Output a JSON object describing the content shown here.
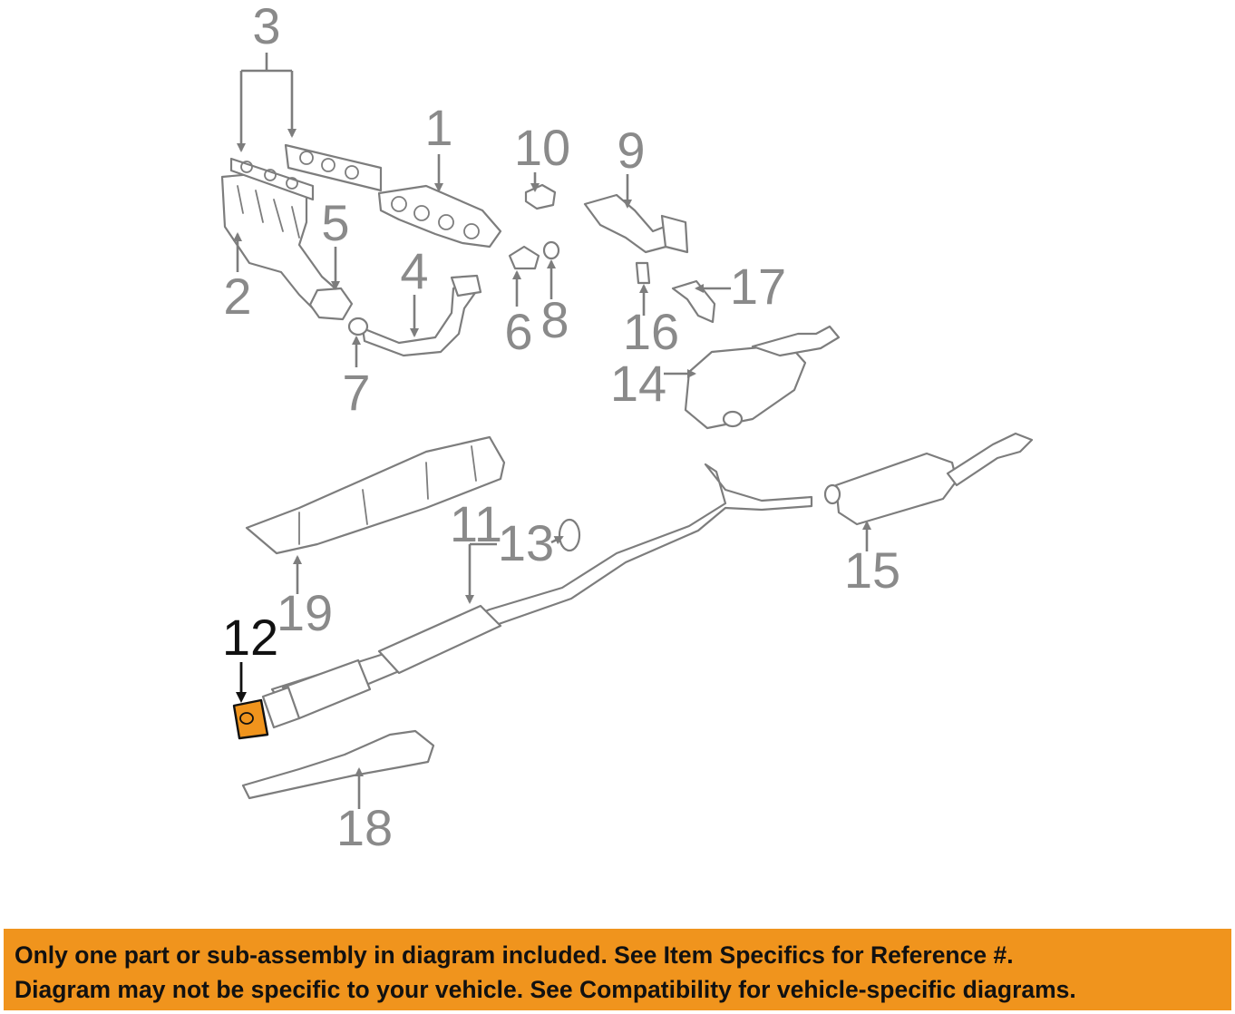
{
  "diagram": {
    "callouts": [
      {
        "number": "1"
      },
      {
        "number": "2"
      },
      {
        "number": "3"
      },
      {
        "number": "4"
      },
      {
        "number": "5"
      },
      {
        "number": "6"
      },
      {
        "number": "7"
      },
      {
        "number": "8"
      },
      {
        "number": "9"
      },
      {
        "number": "10"
      },
      {
        "number": "11"
      },
      {
        "number": "12"
      },
      {
        "number": "13"
      },
      {
        "number": "14"
      },
      {
        "number": "15"
      },
      {
        "number": "16"
      },
      {
        "number": "17"
      },
      {
        "number": "18"
      },
      {
        "number": "19"
      }
    ],
    "highlighted_callout": "12",
    "colors": {
      "highlight": "#f0941d",
      "line": "#7d7d7d",
      "label": "#8a8a8a"
    }
  },
  "disclaimer": {
    "line1": "Only one part or sub-assembly in diagram included. See Item Specifics for Reference #.",
    "line2": "Diagram may not be specific to your vehicle. See Compatibility for vehicle-specific diagrams."
  }
}
